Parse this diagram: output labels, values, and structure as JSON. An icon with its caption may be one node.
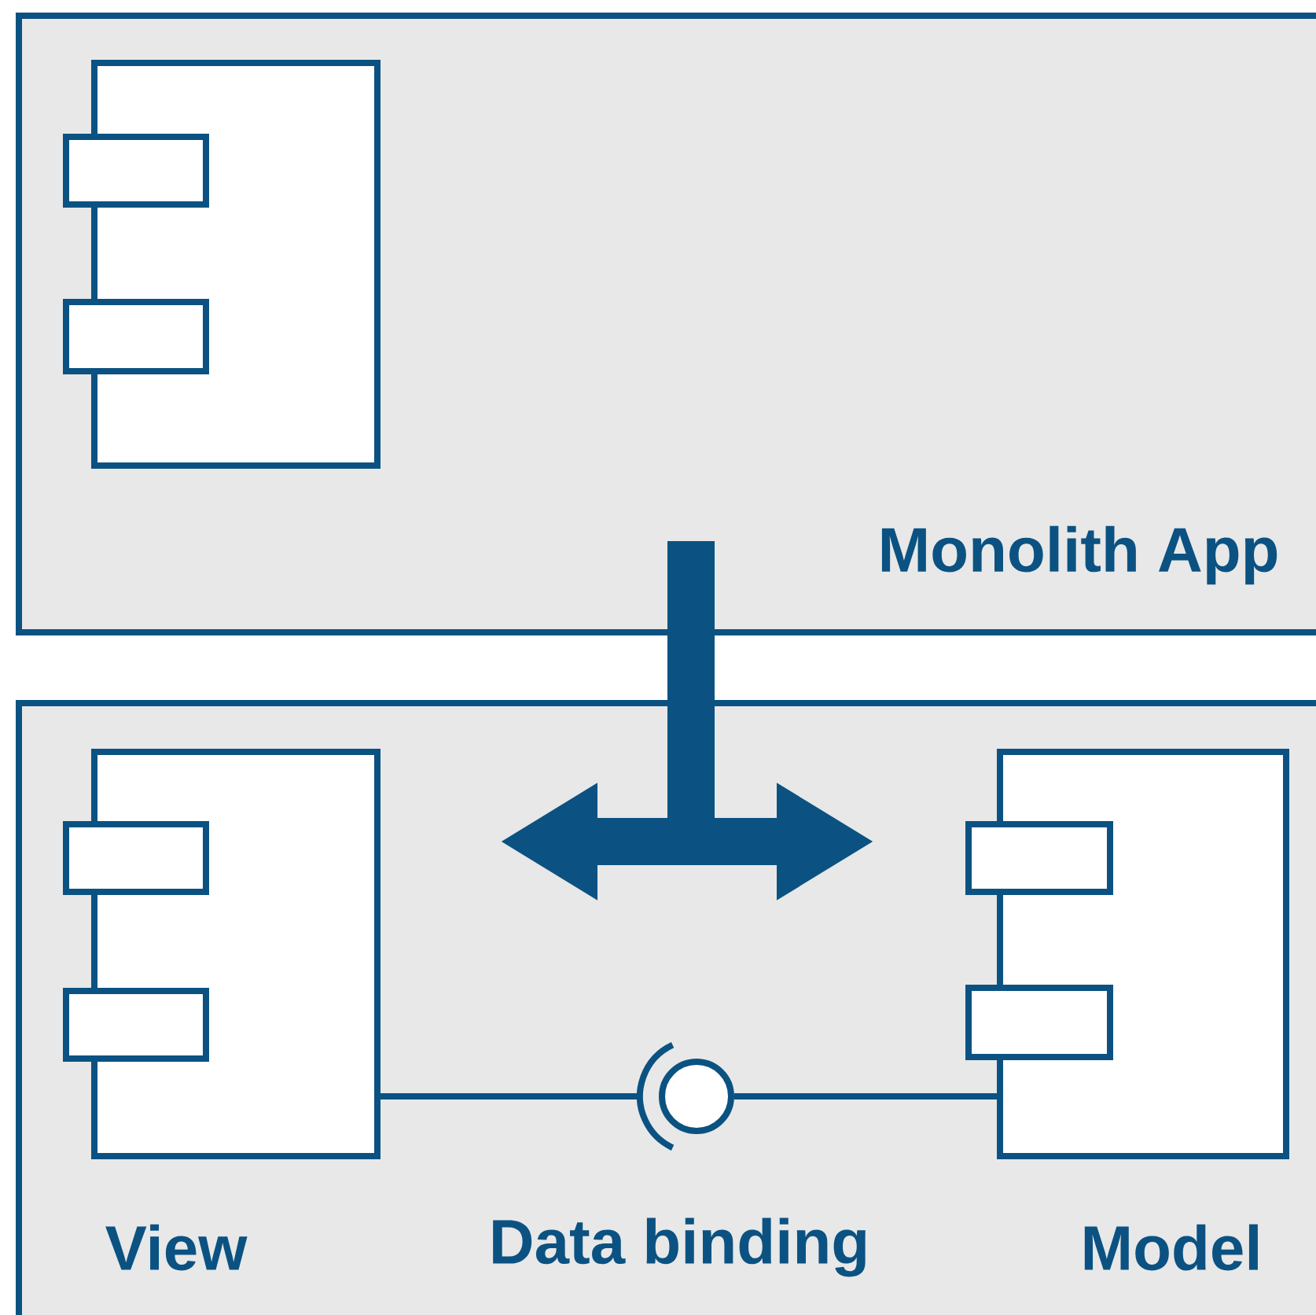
{
  "diagram": {
    "nodes": [
      {
        "text": [
          "Monolith App"
        ]
      },
      {
        "text": [],
        "shape": "box",
        "in": 0
      },
      {
        "text": [],
        "shape": "box"
      },
      {
        "text": [
          "View"
        ],
        "in": 2
      },
      {
        "text": [
          "Data binding"
        ],
        "in": 2
      },
      {
        "text": [
          "Model"
        ],
        "in": 2
      }
    ],
    "edges": [
      {
        "from": 0,
        "to": null,
        "arrow": "to",
        "style": "thick"
      },
      {
        "from": 0,
        "to": null,
        "arrow": "to",
        "style": "thick"
      },
      {
        "from": 3,
        "to": 4,
        "arrow": "none"
      },
      {
        "from": 4,
        "to": 5,
        "arrow": "none"
      }
    ]
  }
}
